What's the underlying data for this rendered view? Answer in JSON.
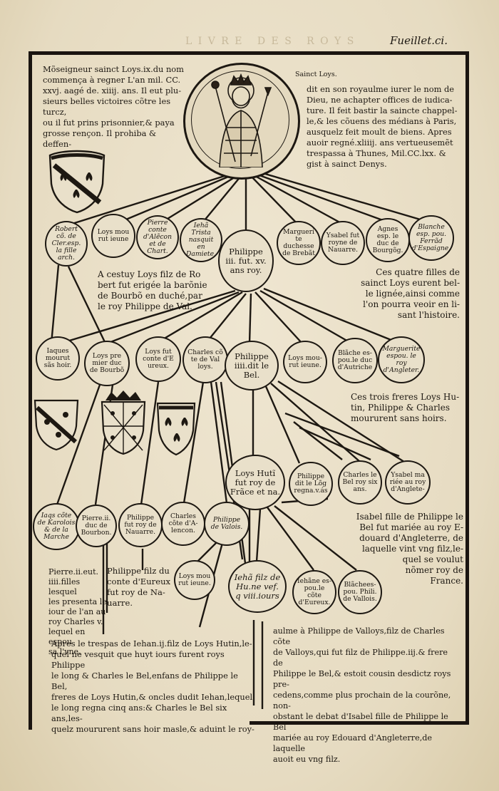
{
  "header": {
    "folio": "Fueillet.ci."
  },
  "intro": {
    "left_lines": [
      "Mõseigneur sainct Loys.ix.du nom",
      "commença à regner L'an mil. CC.",
      "xxvj. aagé de. xiiij. ans. Il eut plu-",
      "sieurs belles victoires cõtre les turcz,",
      "ou il fut prins prisonnier,& paya",
      "grosse rençon. Il prohiba & deffen-"
    ],
    "caption": "Sainct Loys.",
    "right_lines": [
      "dit en son royaulme iurer le nom de",
      "Dieu, ne achapter offices de iudica-",
      "ture. Il feit bastir la saincte chappel-",
      "le,& les cõuens des médians à Paris,",
      "ausquelz feit moult de biens. Apres",
      "auoir regné.xliiij. ans vertueusemẽt",
      "trespassa à Thunes, Mil.CC.lxx. &",
      "gist à sainct Denys."
    ]
  },
  "gen1": {
    "robert": "Robert cõ. de Cler.esp. la fille arch.",
    "loys": "Loys mou rut ieune",
    "pierre": "Pierre conte d'Alẽcon et de Chart.",
    "iehan": "Iehã Trista nasquit en Damiete.",
    "philippe": "Philippe iii. fut. xv. ans roy.",
    "margueri": "Margueri te duchesse de Brebãt",
    "ysabel": "Ysabel fut royne de Nauarre.",
    "agnes": "Agnes esp. le duc de Bourgõg.",
    "blanche": "Blanche esp. pou. Ferrãd d'Espaigne."
  },
  "note_bourbon": [
    "A cestuy Loys filz de Ro",
    "bert fut erigée la barõnie",
    "de Bourbõ en duché,par",
    "le roy Philippe de Val."
  ],
  "note_filles": [
    "Ces quatre filles de",
    "sainct Loys eurent bel-",
    "le lignée,ainsi comme",
    "l'on pourra veoir en li-",
    "sant l'histoire."
  ],
  "gen2": {
    "iaques": "Iaques mourut sãs hoir.",
    "loys_duc": "Loys pre mier duc de Bourbõ",
    "loys_conte": "Loys fut conte d'E ureux.",
    "charles": "Charles cõ te de Val loys.",
    "philippe4": "Philippe iiii.dit le Bel.",
    "loys_jeune": "Loys mou- rut ieune.",
    "blache": "Blãche es- pou.le duc d'Autriche",
    "marguerite": "Marguerite espou. le roy d'Angleter."
  },
  "note_freres": [
    "Ces trois freres Loys Hu-",
    "tin, Philippe & Charles",
    "moururent sans hoirs."
  ],
  "gen3": {
    "loys_hutin": "Loys Hutĩ fut roy de Frãce et na.",
    "philippe_long": "Philippe dit le Lõg regna.v.ás",
    "charles_bel": "Charles le Bel roy six ans.",
    "ysabel_ang": "Ysabel ma riée au roy d'Anglete-"
  },
  "bourbon_line": {
    "iaqs": "Iaqs cõte de Karolois & de la Marche",
    "pierre2": "Pierre.ii. duc de Bourbon.",
    "philippe_nav": "Philippe fut roy de Nauarre.",
    "charles_alencon": "Charles cõte d'A- lencon.",
    "philippe_valois": "Philippe de Valois."
  },
  "gen4": {
    "loys_jeune2": "Loys mou rut ieune.",
    "iehan_hutin": "Iehã filz de Hu.ne vef. q viii.iours",
    "iehanne": "Iehãne es- pou.le cõte d'Eureux.",
    "blache2": "Blãchees- pou. Phili. de Vallois."
  },
  "note_pierre": [
    "Pierre.ii.eut.",
    "iiii.filles lesquel",
    "les presenta le",
    "iour de l'an au",
    "roy Charles v.",
    "lequel en espou",
    "sa l'vne."
  ],
  "note_philippe_evreux": [
    "Philippe filz du",
    "conte d'Eureux",
    "fut roy de Na-",
    "uarre."
  ],
  "note_isabel": [
    "Isabel fille de Philippe le",
    "Bel fut mariée au roy E-",
    "douard d'Angleterre, de",
    "laquelle vint vng filz,le-",
    "quel se voulut",
    "nõmer roy de",
    "France."
  ],
  "bottom_left": [
    "Apres le trespas de Iehan.ij.filz de Loys Hutin,le-",
    "quel ne vesquit que huyt iours furent roys Philippe",
    "le long & Charles le Bel,enfans de Philippe le Bel,",
    "freres de Loys Hutin,& oncles dudit Iehan,lequel",
    "le long regna cinq ans:& Charles le Bel six ans,les-",
    "quelz moururent sans hoir masle,& aduint le roy-"
  ],
  "bottom_right": [
    "aulme à Philippe de Valloys,filz de Charles cõte",
    "de Valloys,qui fut filz de Philippe.iij.& frere de",
    "Philippe le Bel,& estoit cousin desdictz roys pre-",
    "cedens,comme plus prochain de la courõne, non-",
    "obstant le debat d'Isabel fille de Philippe le Bel",
    "mariée au roy Edouard d'Angleterre,de laquelle",
    "auoit eu vng filz."
  ]
}
